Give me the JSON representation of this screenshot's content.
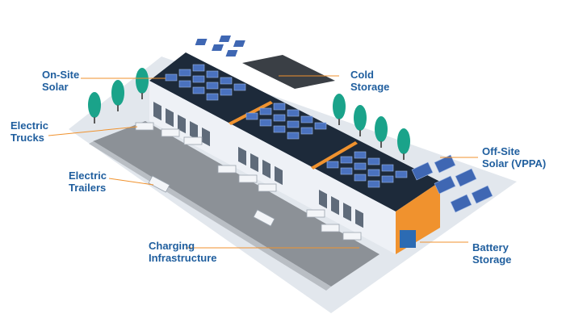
{
  "labels": {
    "onsite_solar": [
      "On-Site",
      "Solar"
    ],
    "cold_storage": [
      "Cold",
      "Storage"
    ],
    "electric_trucks": [
      "Electric",
      "Trucks"
    ],
    "offsite_solar": [
      "Off-Site",
      "Solar (VPPA)"
    ],
    "electric_trailers": [
      "Electric",
      "Trailers"
    ],
    "charging_infrastructure": [
      "Charging",
      "Infrastructure"
    ],
    "battery_storage": [
      "Battery",
      "Storage"
    ]
  },
  "colors": {
    "label_text": "#1f5e9e",
    "leader_line": "#f0922e",
    "roof": "#1d2a3a",
    "wall": "#eef1f6",
    "wall_shade": "#cfd6e0",
    "accent_orange": "#f0922e",
    "tree": "#1aa38a",
    "ground": "#dfe4ea",
    "yard": "#8f949a",
    "solar_panel": "#3f67b3"
  },
  "icons": [
    "solar-panel-icon",
    "tree-icon",
    "truck-icon",
    "battery-icon",
    "building-icon"
  ]
}
